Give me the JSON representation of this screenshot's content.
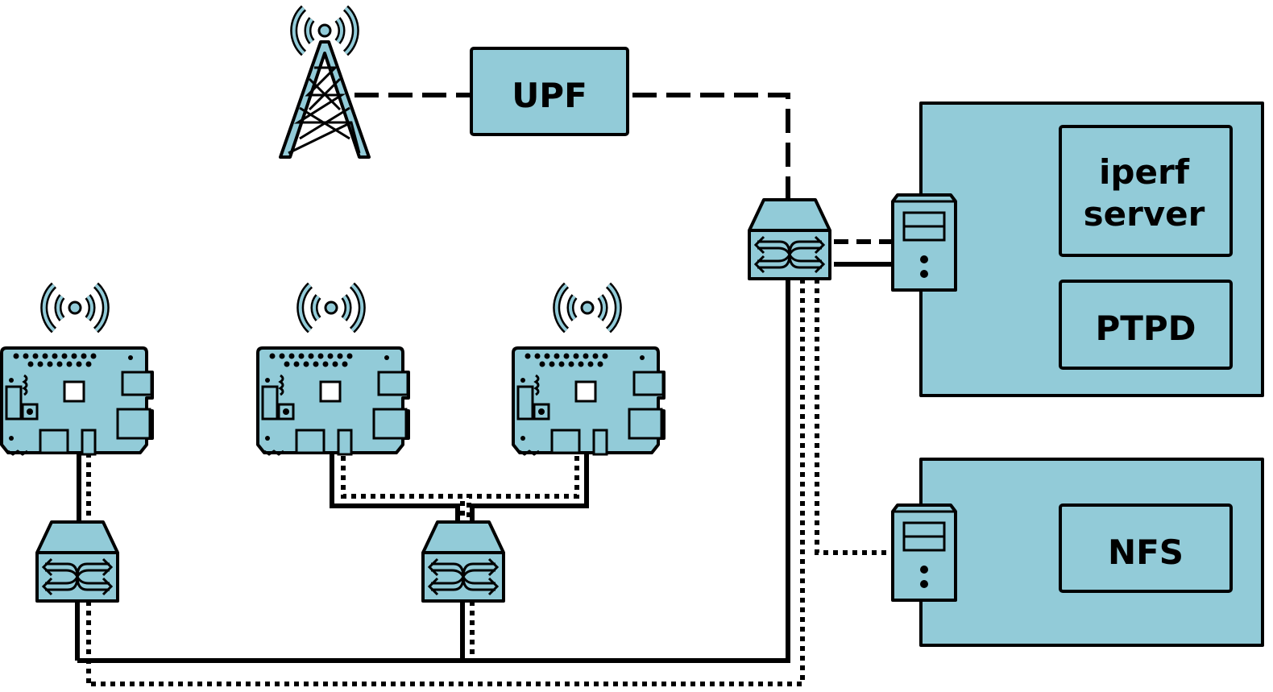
{
  "diagram": {
    "upf_label": "UPF",
    "iperf_label_line1": "iperf",
    "iperf_label_line2": "server",
    "ptpd_label": "PTPD",
    "nfs_label": "NFS"
  },
  "colors": {
    "device_fill": "#92cbd8",
    "stroke": "#000000"
  },
  "icons": {
    "tower": "cell-tower-icon",
    "board": "raspberry-pi-board-icon",
    "switch": "network-switch-icon",
    "server": "server-tower-icon",
    "wifi": "wireless-signal-icon"
  }
}
